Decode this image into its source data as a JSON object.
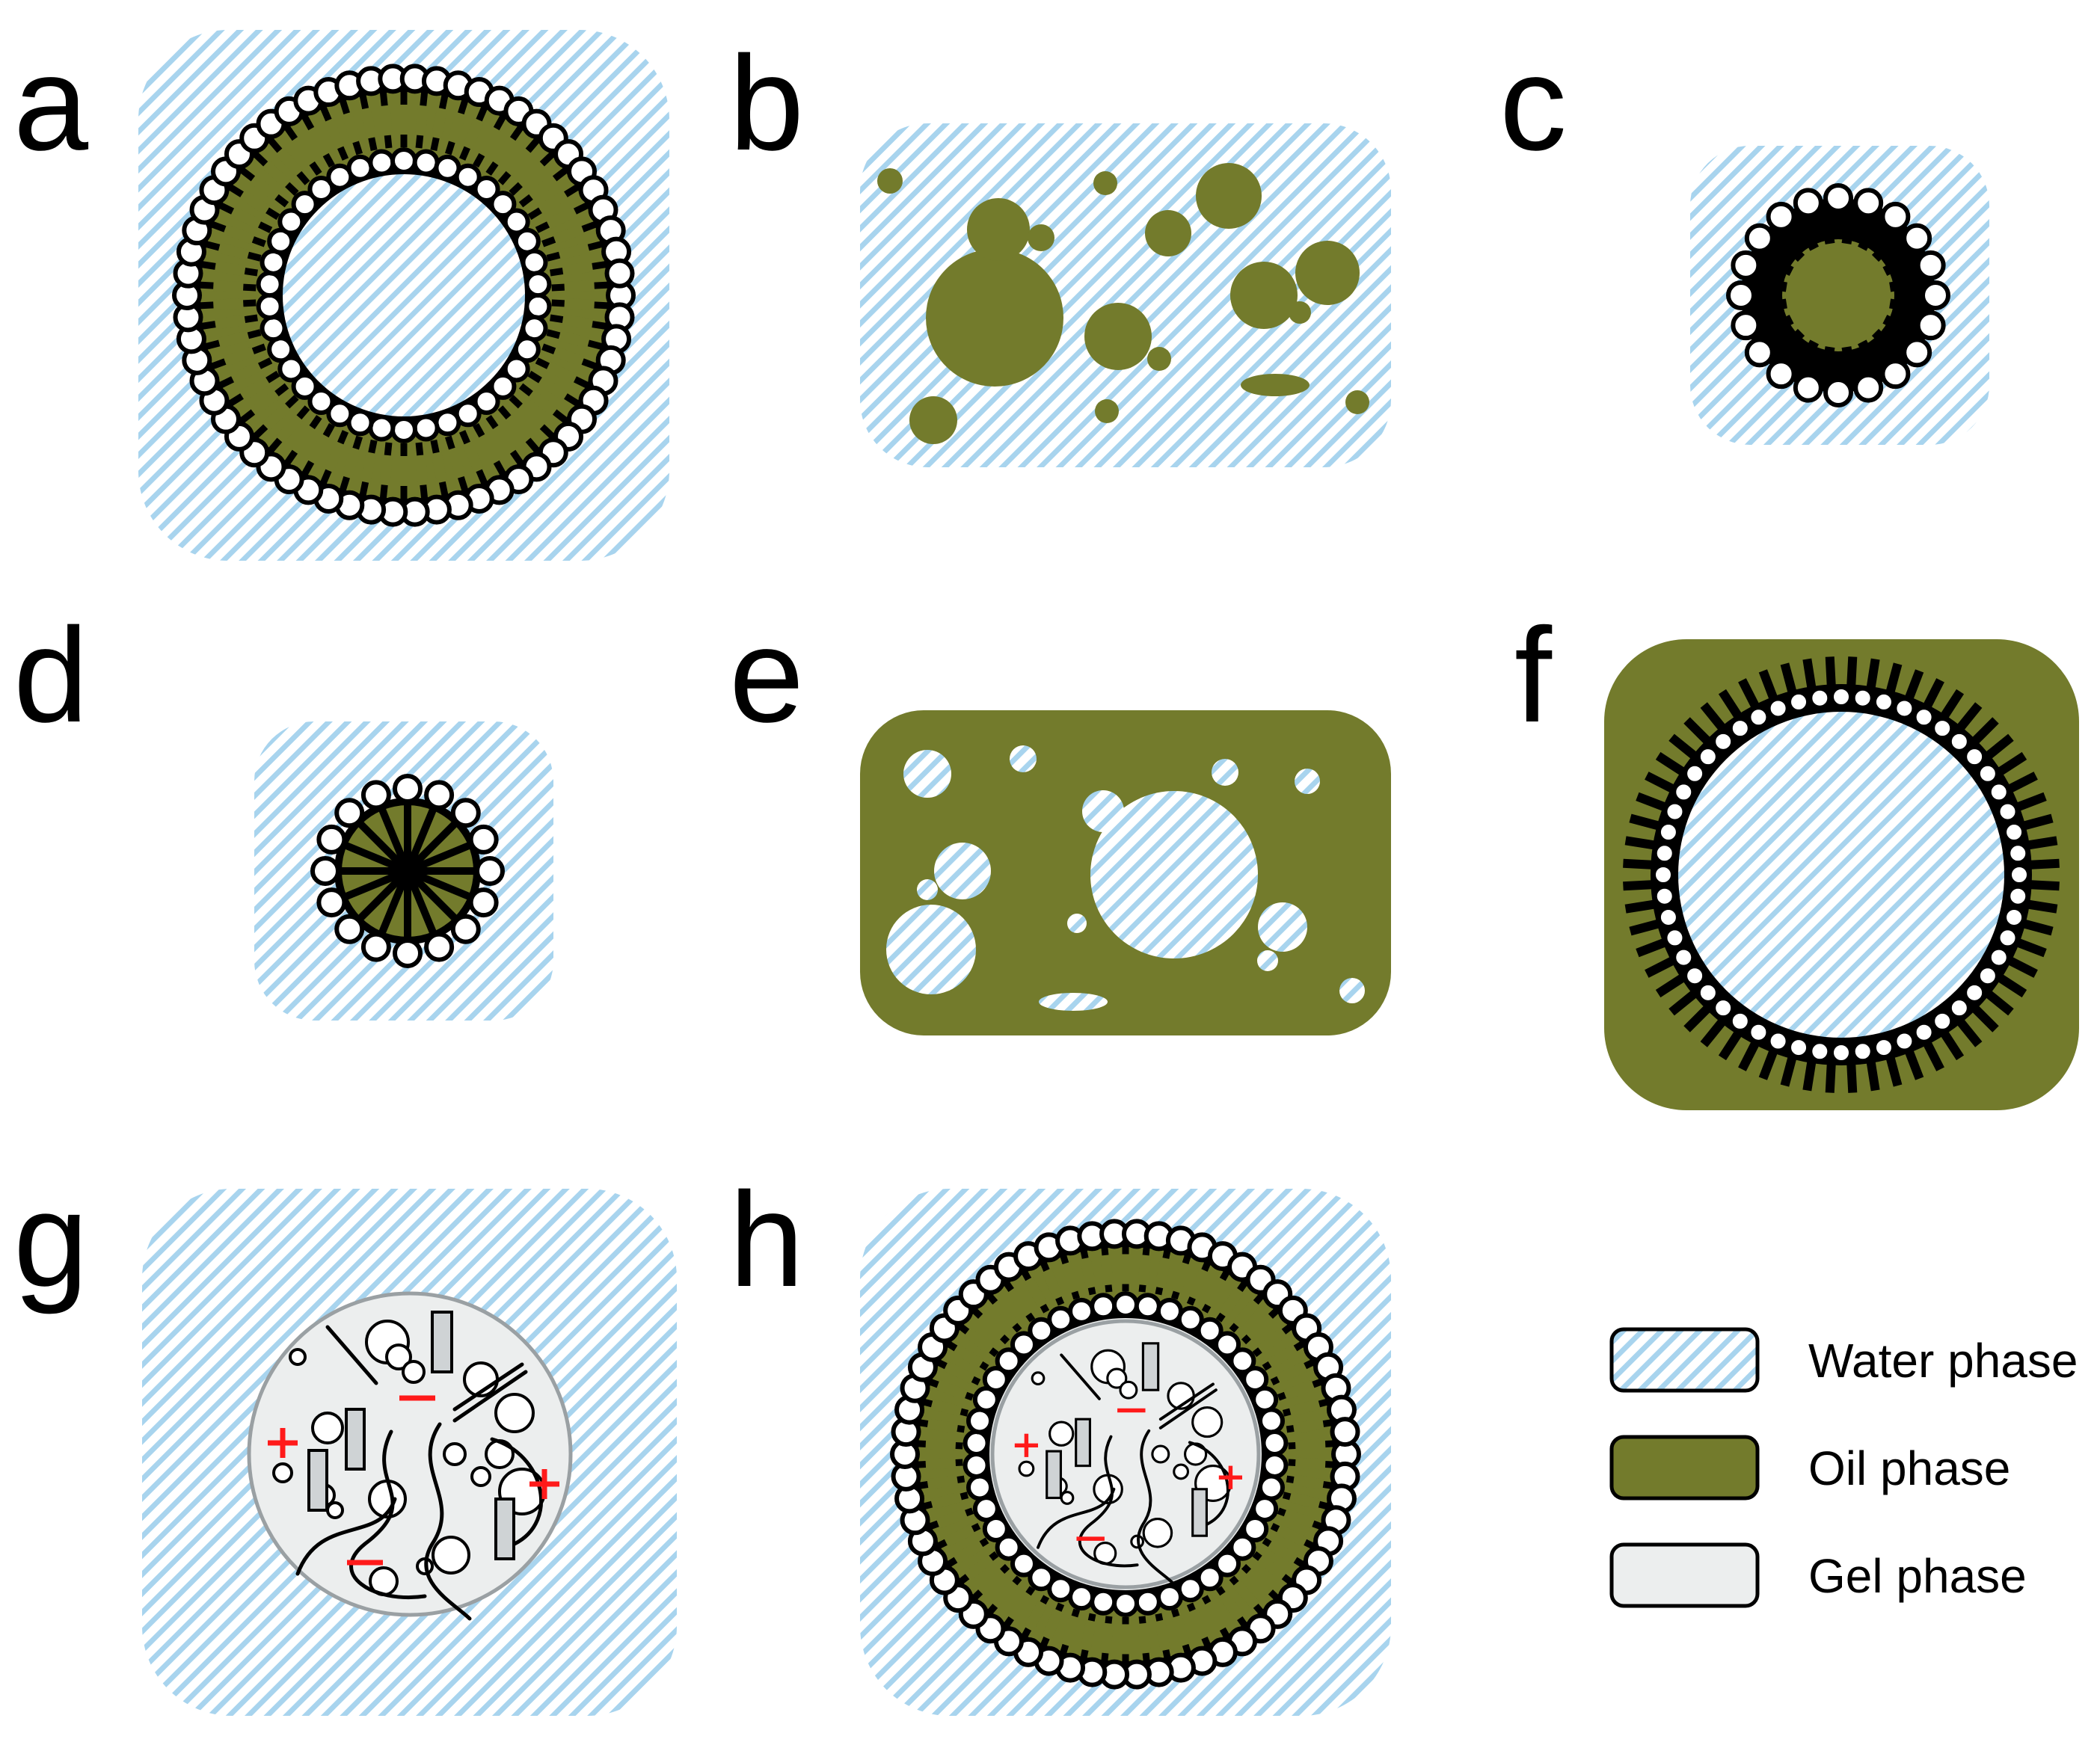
{
  "panels": [
    {
      "letter": "a"
    },
    {
      "letter": "b"
    },
    {
      "letter": "c"
    },
    {
      "letter": "d"
    },
    {
      "letter": "e"
    },
    {
      "letter": "f"
    },
    {
      "letter": "g"
    },
    {
      "letter": "h"
    }
  ],
  "legend": {
    "water": "Water phase",
    "oil": "Oil phase",
    "gel": "Gel phase"
  },
  "charge_signs": {
    "plus": "+",
    "minus": "−"
  },
  "colors": {
    "water_hatch": "#a8d4ee",
    "oil": "#737b2c",
    "gel": "#eceeee",
    "head_fill": "#ffffff",
    "outline": "#000000",
    "charge": "#ff1a1a",
    "gel_object": "#cfd3d5"
  }
}
